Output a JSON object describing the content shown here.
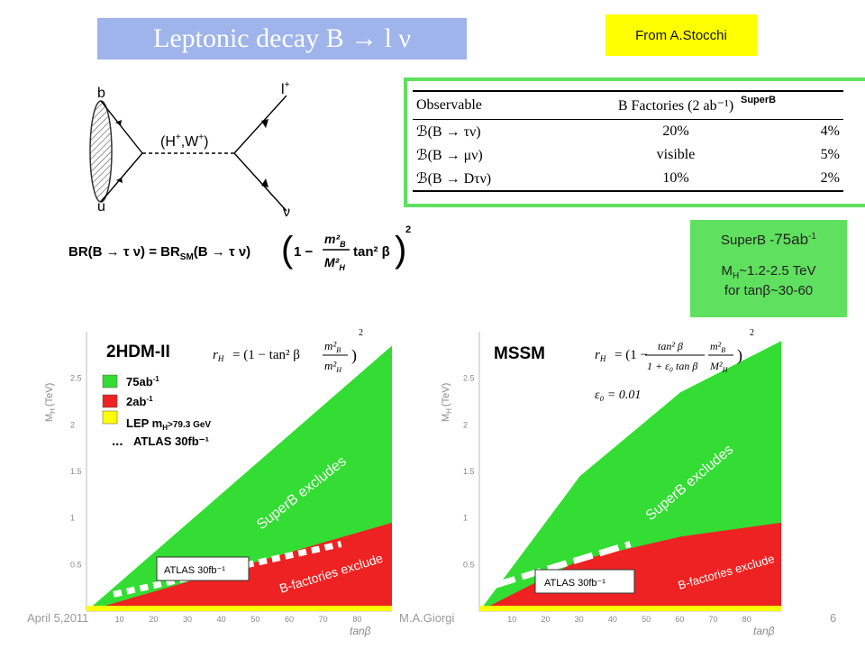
{
  "title": "Leptonic decay B → l ν",
  "source_note": "From A.Stocchi",
  "feynman": {
    "quark_b": "b",
    "quark_u": "u",
    "lepton_plus": "l",
    "lepton_plus_sup": "+",
    "neutrino": "ν",
    "mediator": "(H",
    "mediator_sup1": "+",
    "mediator_mid": ",W",
    "mediator_sup2": "+",
    "mediator_end": ")"
  },
  "table": {
    "superb_tag": "SuperB",
    "headers": [
      "Observable",
      "B Factories (2 ab⁻¹)",
      ""
    ],
    "rows": [
      [
        "ℬ(B → τν)",
        "20%",
        "4%"
      ],
      [
        "ℬ(B → μν)",
        "visible",
        "5%"
      ],
      [
        "ℬ(B → Dτν)",
        "10%",
        "2%"
      ]
    ]
  },
  "superb_info": {
    "line1": "SuperB -",
    "line1_value": "75ab",
    "line1_sup": "-1",
    "line2_pre": "M",
    "line2_sub": "H",
    "line2_post": "~1.2-2.5 TeV",
    "line3": "for tanβ~30-60"
  },
  "formula_br": {
    "lhs": "BR(B → τ ν) = BR",
    "lhs_sub": "SM",
    "rhs": "(B → τ ν)",
    "paren_open": "(",
    "one_minus": "1 −",
    "num": "m²",
    "num_sub": "B",
    "den": "M²",
    "den_sub": "H",
    "tan": "tan² β",
    "paren_close": ")",
    "power": "2"
  },
  "plot_left": {
    "title": "2HDM-II",
    "ylabel": "M",
    "ylabel_sub": "H",
    "ylabel_unit": "(TeV)",
    "xlabel": "tanβ",
    "yticks": [
      "0.5",
      "1",
      "1.5",
      "2",
      "2.5"
    ],
    "xticks": [
      "10",
      "20",
      "30",
      "40",
      "50",
      "60",
      "70",
      "80"
    ],
    "formula_lhs": "r",
    "formula_lhs_sub": "H",
    "formula_eq": "= (1 − tan² β",
    "formula_num": "m²",
    "formula_num_sub": "B",
    "formula_den": "m²",
    "formula_den_sub": "H",
    "formula_close": ")",
    "formula_pow": "2",
    "legend": [
      {
        "label": "75ab",
        "sup": "-1",
        "color": "#33dd33"
      },
      {
        "label": "2ab",
        "sup": "-1",
        "color": "#ee2222"
      },
      {
        "label": "LEP m",
        "sub": "H",
        "post": ">79.3 GeV",
        "color": "#ffff00"
      }
    ],
    "legend_atlas": "ATLAS 30fb⁻¹",
    "legend_dots": "...",
    "region_superb": "SuperB excludes",
    "region_bfact": "B-factories exclude",
    "atlas_box": "ATLAS 30fb⁻¹"
  },
  "plot_right": {
    "title": "MSSM",
    "ylabel": "M",
    "ylabel_sub": "H",
    "ylabel_unit": "(TeV)",
    "xlabel": "tanβ",
    "yticks": [
      "0.5",
      "1",
      "1.5",
      "2",
      "2.5"
    ],
    "xticks": [
      "10",
      "20",
      "30",
      "40",
      "50",
      "60",
      "70",
      "80"
    ],
    "formula_lhs": "r",
    "formula_lhs_sub": "H",
    "formula_eq": "= (1 −",
    "formula_num": "tan² β",
    "formula_den": "1 + ε₀ tan β",
    "formula_frac2_num": "m²",
    "formula_frac2_num_sub": "B",
    "formula_frac2_den": "M²",
    "formula_frac2_den_sub": "H",
    "formula_close": ")",
    "formula_pow": "2",
    "epsilon": "ε₀ = 0.01",
    "region_superb": "SuperB excludes",
    "region_bfact": "B-factories exclude",
    "atlas_box": "ATLAS 30fb⁻¹"
  },
  "chart_data": [
    {
      "type": "area",
      "title": "2HDM-II",
      "xlabel": "tanβ",
      "ylabel": "M_H (TeV)",
      "xlim": [
        0,
        90
      ],
      "ylim": [
        0,
        3
      ],
      "series": [
        {
          "name": "75ab",
          "x": [
            0,
            90
          ],
          "y": [
            0,
            2.85
          ]
        },
        {
          "name": "2ab",
          "x": [
            0,
            90
          ],
          "y": [
            0,
            0.95
          ]
        },
        {
          "name": "LEP m_H>79.3 GeV",
          "x": [
            0,
            90
          ],
          "y": [
            0.08,
            0.08
          ]
        },
        {
          "name": "ATLAS 30fb",
          "x": [
            8,
            75
          ],
          "y": [
            0.18,
            0.72
          ]
        }
      ],
      "legend": "top-left",
      "grid": false
    },
    {
      "type": "area",
      "title": "MSSM",
      "xlabel": "tanβ",
      "ylabel": "M_H (TeV)",
      "xlim": [
        0,
        90
      ],
      "ylim": [
        0,
        3
      ],
      "series": [
        {
          "name": "SuperB excludes",
          "x": [
            0,
            30,
            60,
            90
          ],
          "y": [
            0,
            1.45,
            2.35,
            2.9
          ]
        },
        {
          "name": "B-factories exclude",
          "x": [
            0,
            30,
            60,
            90
          ],
          "y": [
            0,
            0.55,
            0.8,
            0.95
          ]
        },
        {
          "name": "ATLAS 30fb",
          "x": [
            5,
            20,
            45
          ],
          "y": [
            0.28,
            0.45,
            0.72
          ]
        }
      ],
      "grid": false
    }
  ],
  "footer": {
    "date": "April 5,2011",
    "author": "M.A.Giorgi",
    "page": "6"
  }
}
